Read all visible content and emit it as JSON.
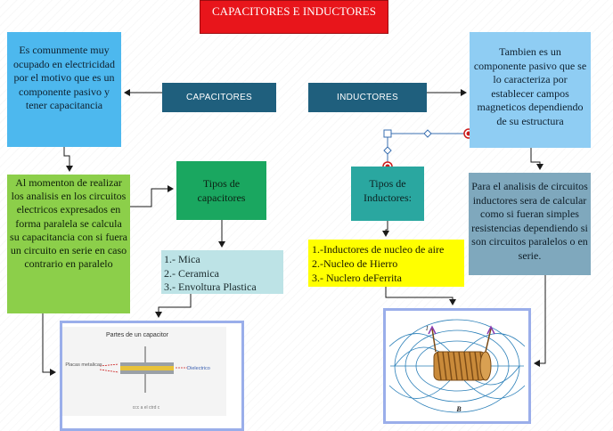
{
  "title": "CAPACITORES E INDUCTORES",
  "branches": {
    "capacitores": "CAPACITORES",
    "inductores": "INDUCTORES"
  },
  "capacitores": {
    "description": "Es comunmente muy ocupado en electricidad por el motivo que es un componente pasivo y tener capacitancia",
    "analysis": "Al momenton de realizar los analisis en los circuitos electricos expresados en forma paralela se calcula su capacitancia con si fuera un circuito en serie en caso contrario en paralelo",
    "types_title": "Tipos de capacitores",
    "types": [
      "1.- Mica",
      "2.- Ceramica",
      "3.- Envoltura Plastica"
    ],
    "image": {
      "title": "Partes de un capacitor",
      "label_left": "Placas metalicas",
      "label_right": "Dielectrico",
      "label_bottom": "ccc a el ctrd c"
    }
  },
  "inductores": {
    "description": "Tambien es un componente pasivo que se lo caracteriza por establecer campos magneticos dependiendo de su estructura",
    "analysis": "Para el analisis de circuitos inductores sera de calcular como si fueran simples resistencias dependiendo si son circuitos paralelos o en serie.",
    "types_title": "Tipos de Inductores:",
    "types": [
      "1.-Inductores de nucleo de aire",
      "2.-Nucleo de Hierro",
      "3.- Nuclero deFerrita"
    ],
    "image": {
      "label_b": "B",
      "label_i": "I"
    }
  },
  "colors": {
    "title_bg": "#e8151b",
    "branch_bg": "#1f5f7d",
    "left_desc_bg": "#4db8ee",
    "right_desc_bg": "#8fcdf3",
    "analysis_green": "#8ccf4a",
    "tipos_cap_bg": "#1aa760",
    "tipos_ind_bg": "#2aa7a0",
    "right_analysis_bg": "#7fa8bd",
    "cap_list_bg": "#bde3e6",
    "ind_list_bg": "#ffff00",
    "image_frame": "#9aaeea"
  }
}
